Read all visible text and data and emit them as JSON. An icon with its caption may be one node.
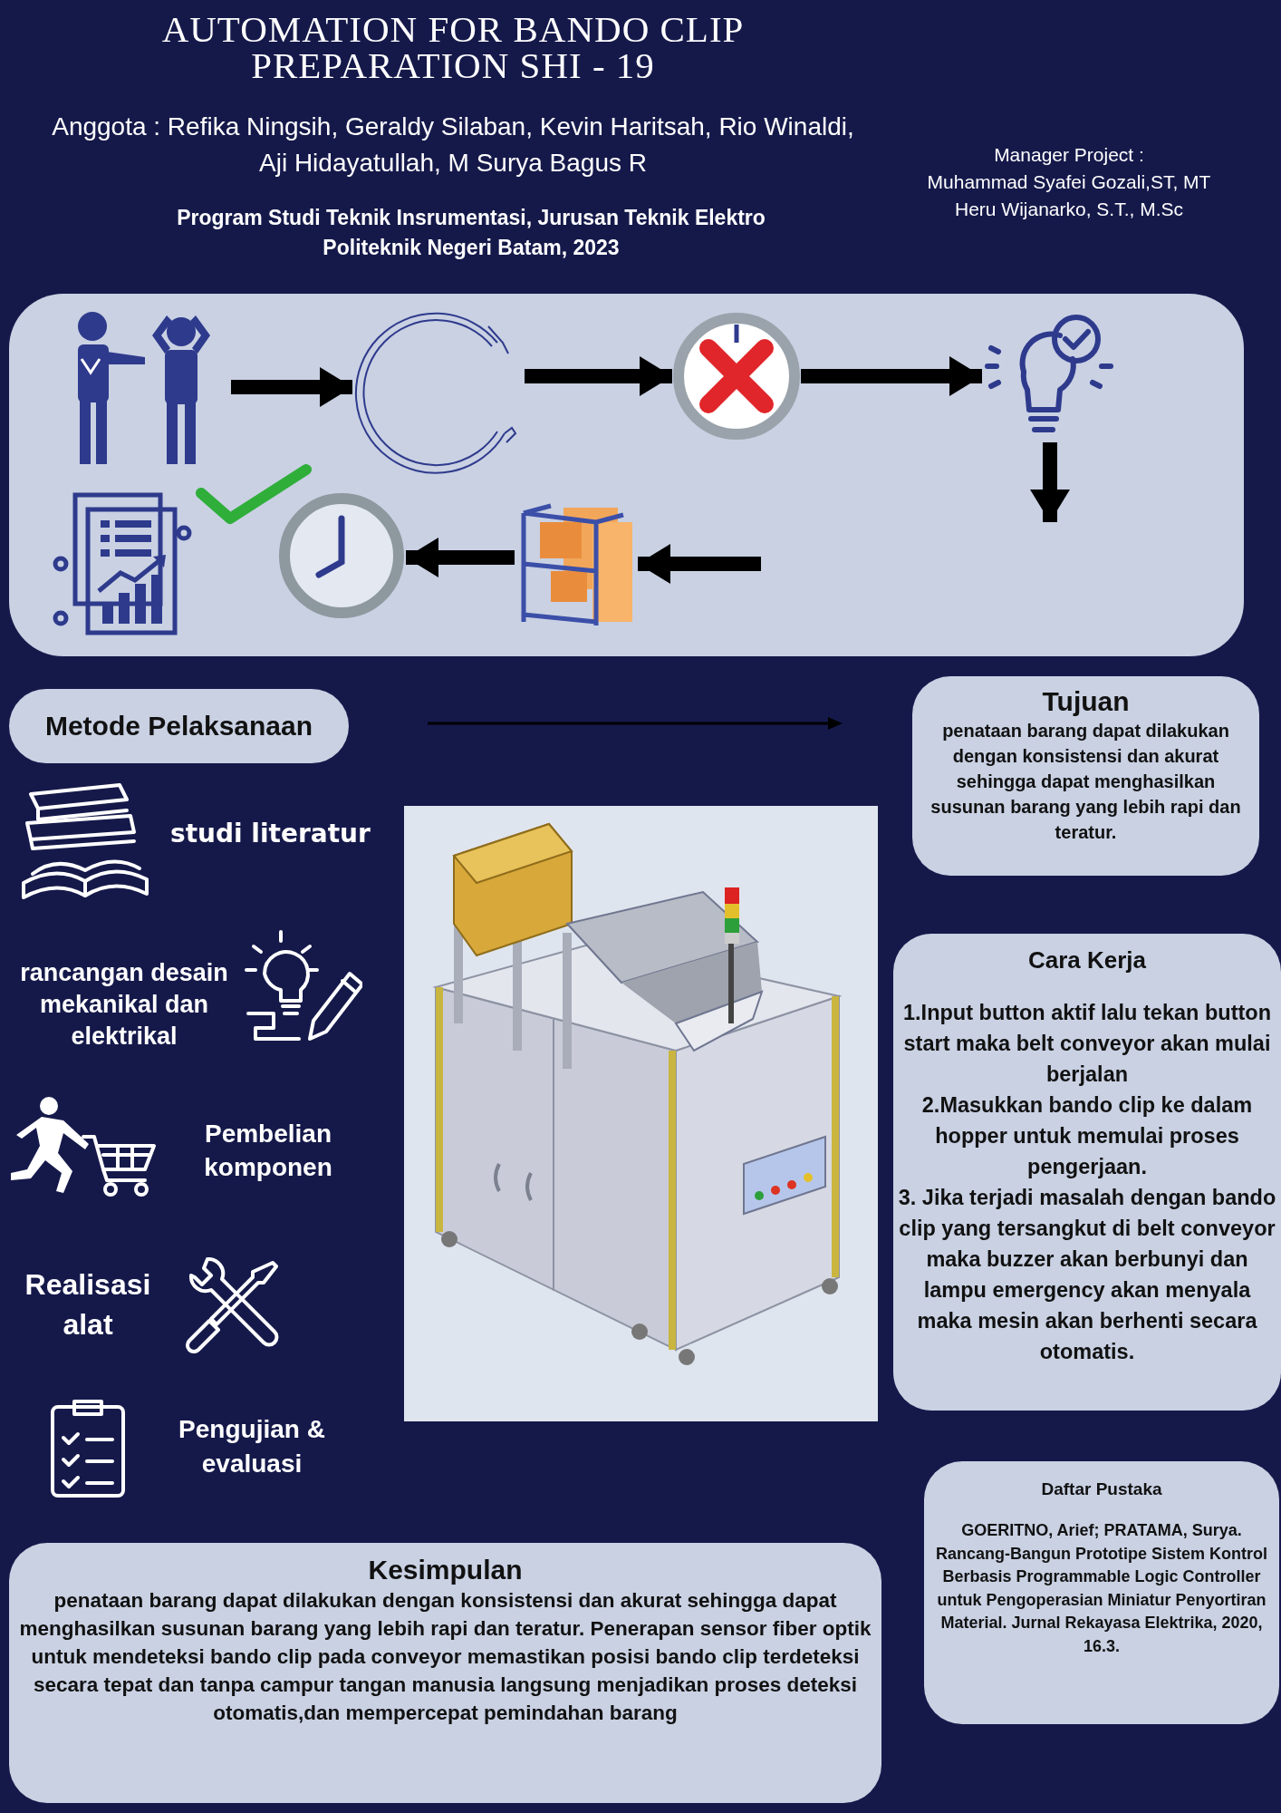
{
  "diagram": {
    "title": "AUTOMATION FOR BANDO CLIP PREPARATION SHI - 19",
    "nodes": [
      {
        "text": [],
        "shape": "box"
      },
      {
        "text": [],
        "shape": "person",
        "in": 0
      },
      {
        "text": [],
        "shape": "picture",
        "in": 0
      },
      {
        "text": [],
        "shape": "picture",
        "in": 0
      },
      {
        "text": [],
        "shape": "picture",
        "in": 0
      },
      {
        "text": [],
        "shape": "picture",
        "in": 0
      },
      {
        "text": [],
        "shape": "picture",
        "in": 0
      },
      {
        "text": [
          "Metode Pelaksanaan"
        ]
      },
      {
        "text": [
          "Tujuan",
          "penataan barang dapat dilakukan dengan konsistensi dan akurat sehingga dapat menghasilkan susunan barang yang lebih rapi dan teratur."
        ]
      },
      {
        "text": [
          "Cara Kerja",
          "1.Input button aktif lalu tekan button start maka belt conveyor akan mulai berjalan",
          "2.Masukkan bando clip ke dalam hopper untuk memulai proses pengerjaan.",
          "3. Jika terjadi masalah dengan bando clip yang tersangkut di belt conveyor maka buzzer akan berbunyi dan lampu emergency akan menyala maka mesin akan berhenti secara otomatis."
        ]
      },
      {
        "text": [
          "Daftar Pustaka",
          "GOERITNO, Arief; PRATAMA, Surya. Rancang-Bangun Prototipe Sistem Kontrol Berbasis Programmable Logic Controller untuk Pengoperasian Miniatur Penyortiran Material. Jurnal Rekayasa Elektrika, 2020, 16.3."
        ]
      },
      {
        "text": [
          "Kesimpulan",
          "penataan barang dapat dilakukan dengan konsistensi dan akurat sehingga dapat menghasilkan susunan barang yang lebih rapi dan teratur. Penerapan sensor fiber optik untuk mendeteksi bando clip pada conveyor memastikan posisi bando clip terdeteksi secara tepat dan tanpa campur tangan manusia langsung menjadikan proses deteksi otomatis,dan mempercepat pemindahan barang"
        ]
      }
    ],
    "edges": [
      {
        "from": 1,
        "to": 2,
        "arrow": "to"
      },
      {
        "from": 2,
        "to": 3,
        "arrow": "to"
      },
      {
        "from": 3,
        "to": 4,
        "arrow": "to"
      },
      {
        "from": 4,
        "to": null,
        "arrow": "to"
      },
      {
        "from": null,
        "to": 5,
        "arrow": "to"
      },
      {
        "from": 5,
        "to": 6,
        "arrow": "to"
      }
    ],
    "labels": [
      "Anggota : Refika Ningsih, Geraldy Silaban, Kevin Haritsah, Rio Winaldi, Aji Hidayatullah, M Surya Bagus R",
      "Program Studi Teknik Insrumentasi, Jurusan Teknik Elektro Politeknik Negeri Batam, 2023",
      "Manager Project :",
      "Muhammad Syafei Gozali,ST, MT",
      "Heru Wijanarko, S.T., M.Sc",
      "studi literatur",
      "rancangan desain mekanikal dan elektrikal",
      "Pembelian komponen",
      "Realisasi alat",
      "Pengujian & evaluasi"
    ]
  }
}
